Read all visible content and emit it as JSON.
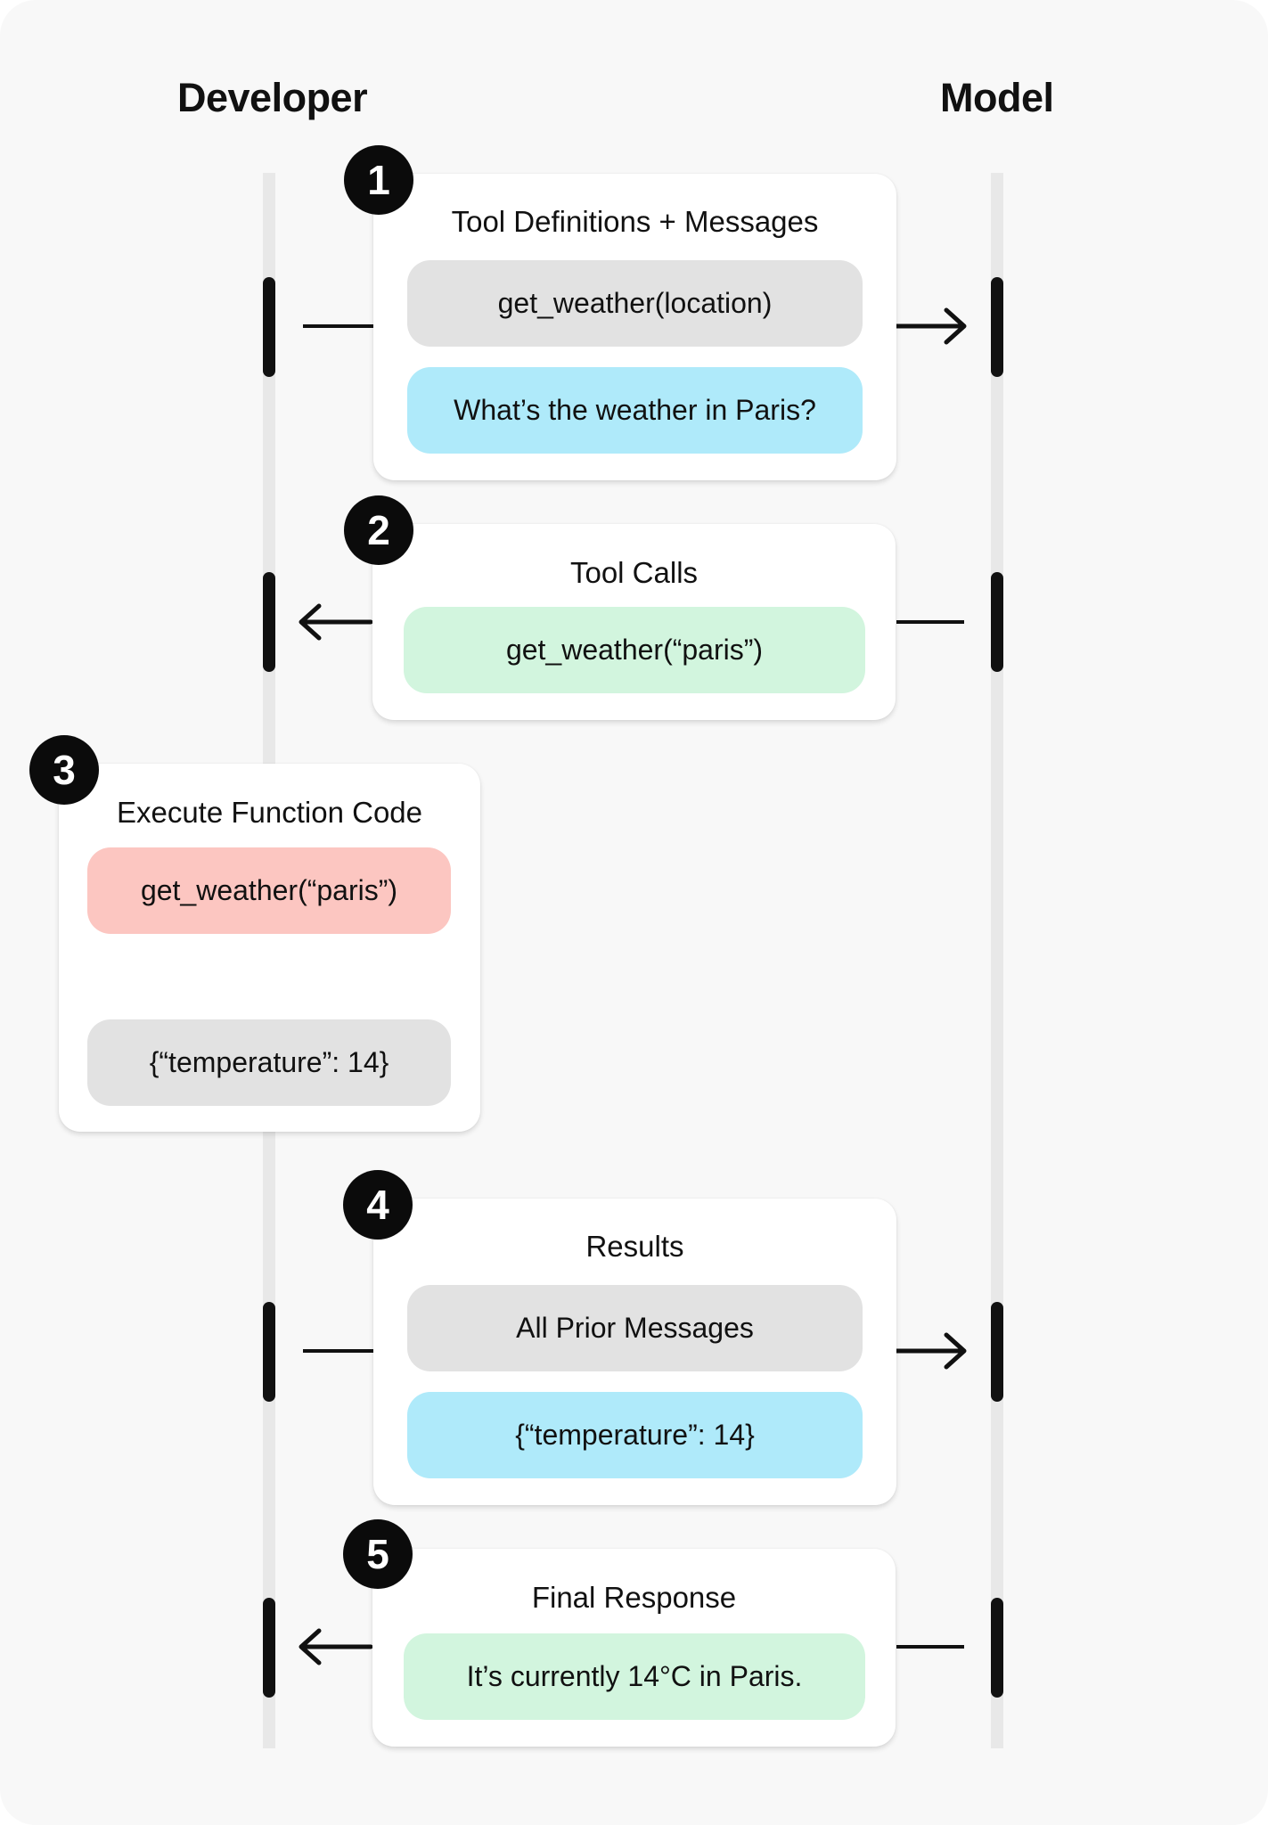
{
  "lanes": {
    "developer": "Developer",
    "model": "Model"
  },
  "steps": [
    {
      "number": "1",
      "title": "Tool Definitions + Messages",
      "items": [
        {
          "text": "get_weather(location)",
          "color": "#e2e2e2"
        },
        {
          "text": "What’s the weather in Paris?",
          "color": "#afeafa"
        }
      ]
    },
    {
      "number": "2",
      "title": "Tool Calls",
      "items": [
        {
          "text": "get_weather(“paris”)",
          "color": "#d2f5de"
        }
      ]
    },
    {
      "number": "3",
      "title": "Execute Function Code",
      "items": [
        {
          "text": "get_weather(“paris”)",
          "color": "#fcc6c1"
        },
        {
          "text": "{“temperature”: 14}",
          "color": "#e2e2e2"
        }
      ]
    },
    {
      "number": "4",
      "title": "Results",
      "items": [
        {
          "text": "All Prior Messages",
          "color": "#e2e2e2"
        },
        {
          "text": "{“temperature”: 14}",
          "color": "#afeafa"
        }
      ]
    },
    {
      "number": "5",
      "title": "Final Response",
      "items": [
        {
          "text": "It’s currently 14°C in Paris.",
          "color": "#d2f5de"
        }
      ]
    }
  ],
  "colors": {
    "background": "#f8f8f8",
    "lifeline": "#e8e8e8",
    "ink": "#111111"
  }
}
